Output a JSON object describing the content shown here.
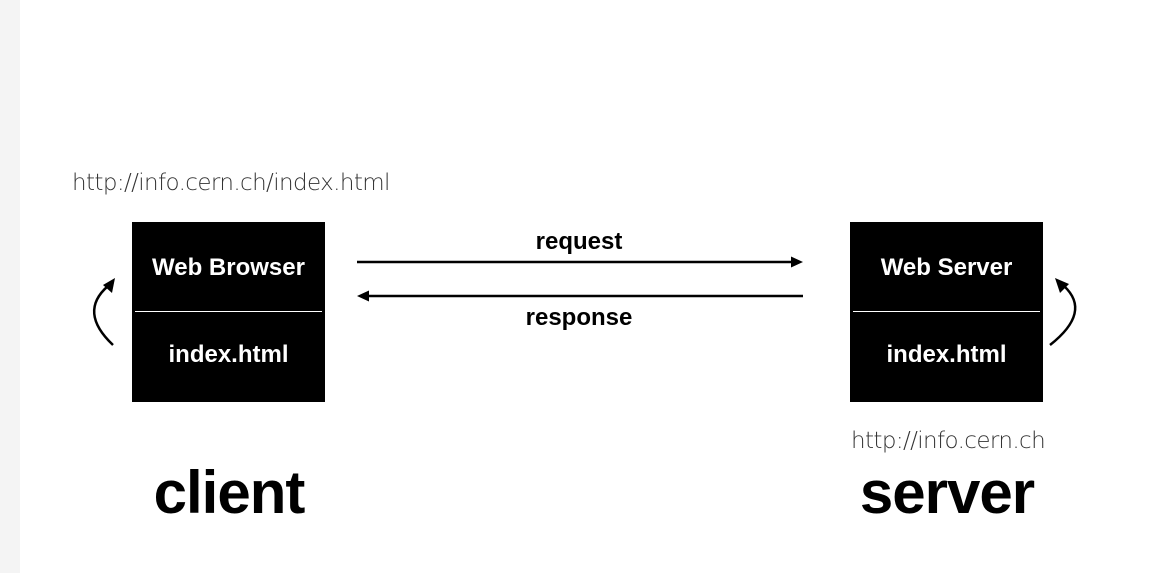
{
  "client": {
    "url": "http://info.cern.ch/index.html",
    "box_title": "Web Browser",
    "box_file": "index.html",
    "role": "client"
  },
  "server": {
    "url": "http://info.cern.ch",
    "box_title": "Web Server",
    "box_file": "index.html",
    "role": "server"
  },
  "arrows": {
    "request_label": "request",
    "response_label": "response"
  },
  "colors": {
    "background": "#ffffff",
    "box": "#000000",
    "box_text": "#ffffff",
    "text": "#000000",
    "url_text": "#333333"
  }
}
